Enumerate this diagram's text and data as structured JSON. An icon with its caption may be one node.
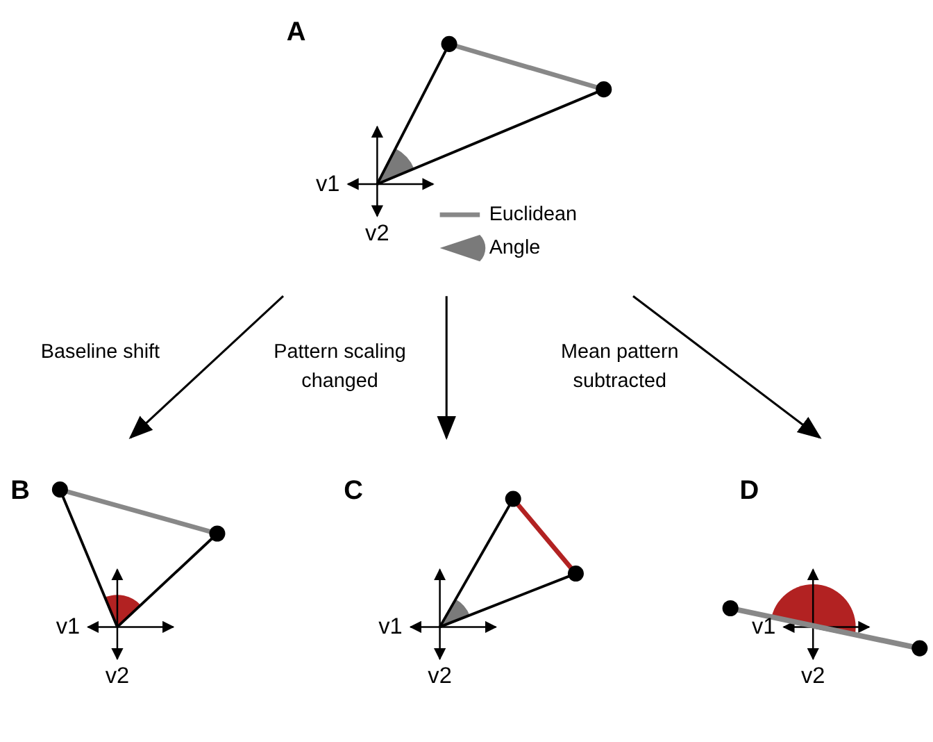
{
  "diagram": {
    "nodes": [
      {
        "text": [
          "A"
        ]
      },
      {
        "text": [
          "B"
        ]
      },
      {
        "text": [
          "C"
        ]
      },
      {
        "text": [
          "D"
        ]
      }
    ],
    "edges": [
      {
        "from": 0,
        "to": 1,
        "arrow": "to",
        "label": "Baseline shift"
      },
      {
        "from": 0,
        "to": 2,
        "arrow": "to",
        "label": "Pattern scaling changed"
      },
      {
        "from": 0,
        "to": 3,
        "arrow": "to",
        "label": "Mean pattern subtracted"
      }
    ],
    "labels": [
      "v1",
      "v2",
      "v1",
      "v2",
      "v1",
      "v2",
      "v1",
      "v2"
    ],
    "legend": [
      {
        "text": "Euclidean"
      },
      {
        "text": "Angle"
      }
    ]
  }
}
